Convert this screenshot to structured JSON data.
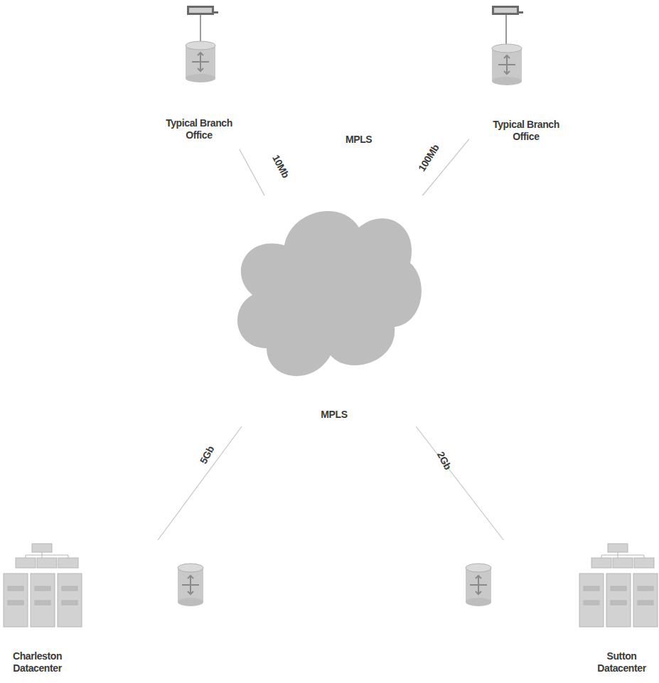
{
  "diagram": {
    "nodes": [
      {
        "text": [
          "Typical Branch Office"
        ]
      },
      {
        "text": [
          "Typical Branch Office"
        ]
      },
      {
        "text": [
          "MPLS"
        ]
      },
      {
        "text": [
          "Charleston Datacenter"
        ]
      },
      {
        "text": [
          "Sutton Datacenter"
        ]
      }
    ],
    "edges": [
      {
        "from": 0,
        "to": 2,
        "label": "10Mb",
        "arrow": "none"
      },
      {
        "from": 1,
        "to": 2,
        "label": "100Mb",
        "arrow": "none"
      },
      {
        "from": 3,
        "to": 2,
        "label": "5Gb",
        "arrow": "none"
      },
      {
        "from": 4,
        "to": 2,
        "label": "2Gb",
        "arrow": "none"
      }
    ],
    "labels": [
      "MPLS"
    ]
  }
}
